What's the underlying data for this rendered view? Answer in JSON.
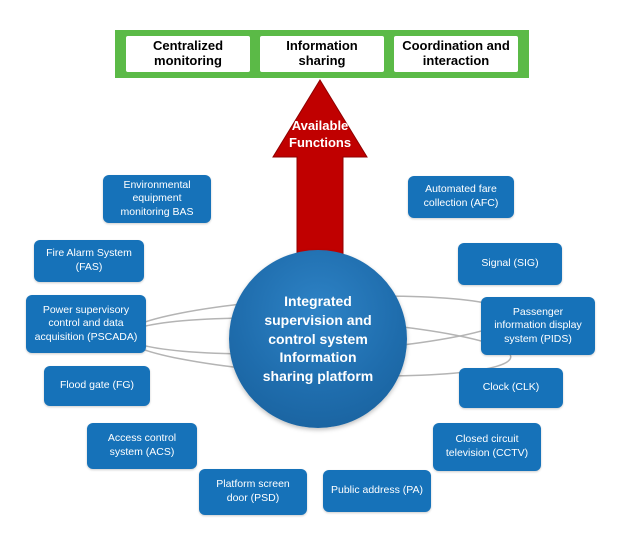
{
  "palette": {
    "banner_green": "#5BBA47",
    "arrow_red": "#C00000",
    "circle_blue": "#1F6DAD",
    "node_blue": "#1672B9"
  },
  "banner": {
    "items": [
      {
        "label": "Centralized monitoring"
      },
      {
        "label": "Information sharing"
      },
      {
        "label": "Coordination and interaction"
      }
    ]
  },
  "arrow": {
    "label": "Available Functions"
  },
  "center": {
    "label": "Integrated supervision and control system Information sharing platform"
  },
  "nodes": [
    {
      "id": "bas",
      "label": "Environmental equipment monitoring BAS"
    },
    {
      "id": "afc",
      "label": "Automated fare collection (AFC)"
    },
    {
      "id": "fas",
      "label": "Fire Alarm System (FAS)"
    },
    {
      "id": "sig",
      "label": "Signal (SIG)"
    },
    {
      "id": "pscada",
      "label": "Power supervisory control and data acquisition (PSCADA)"
    },
    {
      "id": "pids",
      "label": "Passenger information display system (PIDS)"
    },
    {
      "id": "fg",
      "label": "Flood gate (FG)"
    },
    {
      "id": "clk",
      "label": "Clock (CLK)"
    },
    {
      "id": "acs",
      "label": "Access control system (ACS)"
    },
    {
      "id": "cctv",
      "label": "Closed circuit television (CCTV)"
    },
    {
      "id": "psd",
      "label": "Platform screen door (PSD)"
    },
    {
      "id": "pa",
      "label": "Public address (PA)"
    }
  ]
}
